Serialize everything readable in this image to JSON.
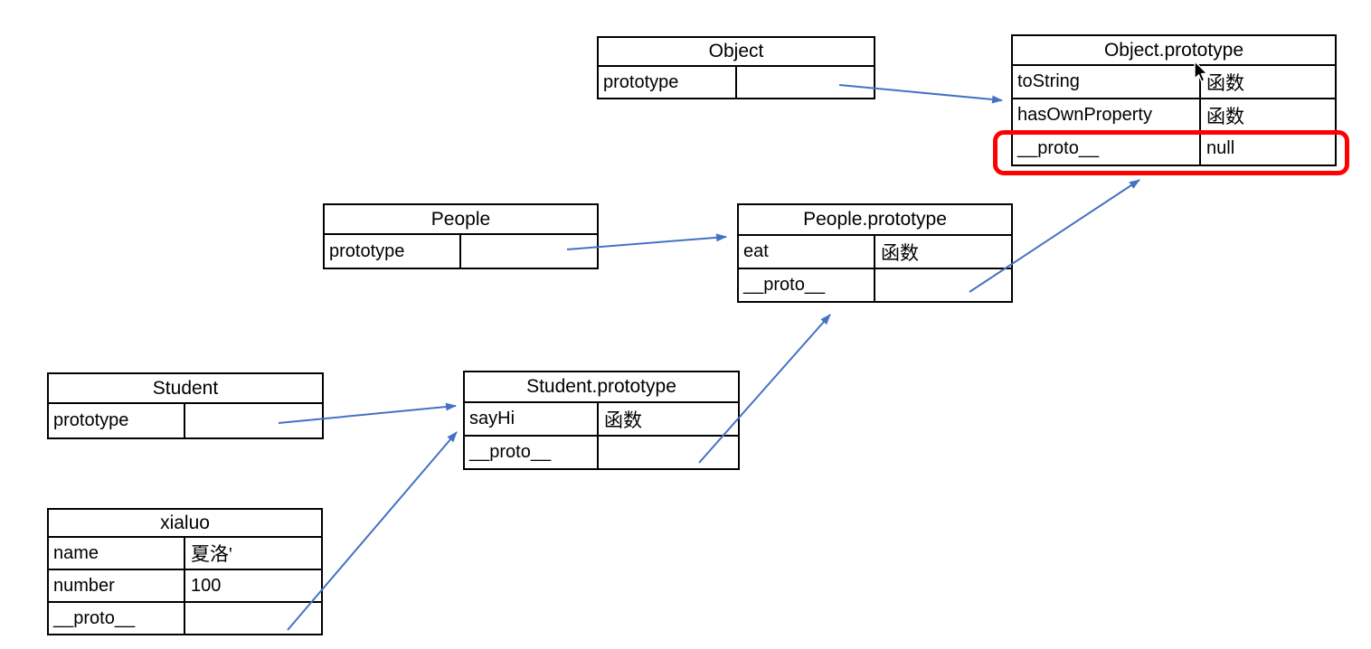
{
  "diagram": {
    "tables": {
      "object": {
        "title": "Object",
        "rows": [
          {
            "label": "prototype",
            "value": ""
          }
        ]
      },
      "object_prototype": {
        "title": "Object.prototype",
        "rows": [
          {
            "label": "toString",
            "value": "函数"
          },
          {
            "label": "hasOwnProperty",
            "value": "函数"
          },
          {
            "label": "__proto__",
            "value": "null"
          }
        ]
      },
      "people": {
        "title": "People",
        "rows": [
          {
            "label": "prototype",
            "value": ""
          }
        ]
      },
      "people_prototype": {
        "title": "People.prototype",
        "rows": [
          {
            "label": "eat",
            "value": "函数"
          },
          {
            "label": "__proto__",
            "value": ""
          }
        ]
      },
      "student": {
        "title": "Student",
        "rows": [
          {
            "label": "prototype",
            "value": ""
          }
        ]
      },
      "student_prototype": {
        "title": "Student.prototype",
        "rows": [
          {
            "label": "sayHi",
            "value": "函数"
          },
          {
            "label": "__proto__",
            "value": ""
          }
        ]
      },
      "xialuo": {
        "title": "xialuo",
        "rows": [
          {
            "label": "name",
            "value": "夏洛'"
          },
          {
            "label": "number",
            "value": "100"
          },
          {
            "label": "__proto__",
            "value": ""
          }
        ]
      }
    },
    "arrows": [
      {
        "from": "Object.prototype cell",
        "to": "Object.prototype table"
      },
      {
        "from": "People.prototype cell",
        "to": "People.prototype table"
      },
      {
        "from": "Student.prototype cell",
        "to": "Student.prototype table"
      },
      {
        "from": "xialuo.__proto__ cell",
        "to": "Student.prototype table"
      },
      {
        "from": "Student.prototype.__proto__ cell",
        "to": "People.prototype table"
      },
      {
        "from": "People.prototype.__proto__ cell",
        "to": "Object.prototype __proto__ row"
      }
    ],
    "colors": {
      "arrow": "#4472C4",
      "highlight_border": "#FF0000",
      "table_border": "#000000",
      "background": "#FFFFFF"
    },
    "icons": {
      "cursor": "mouse-pointer-icon"
    }
  }
}
